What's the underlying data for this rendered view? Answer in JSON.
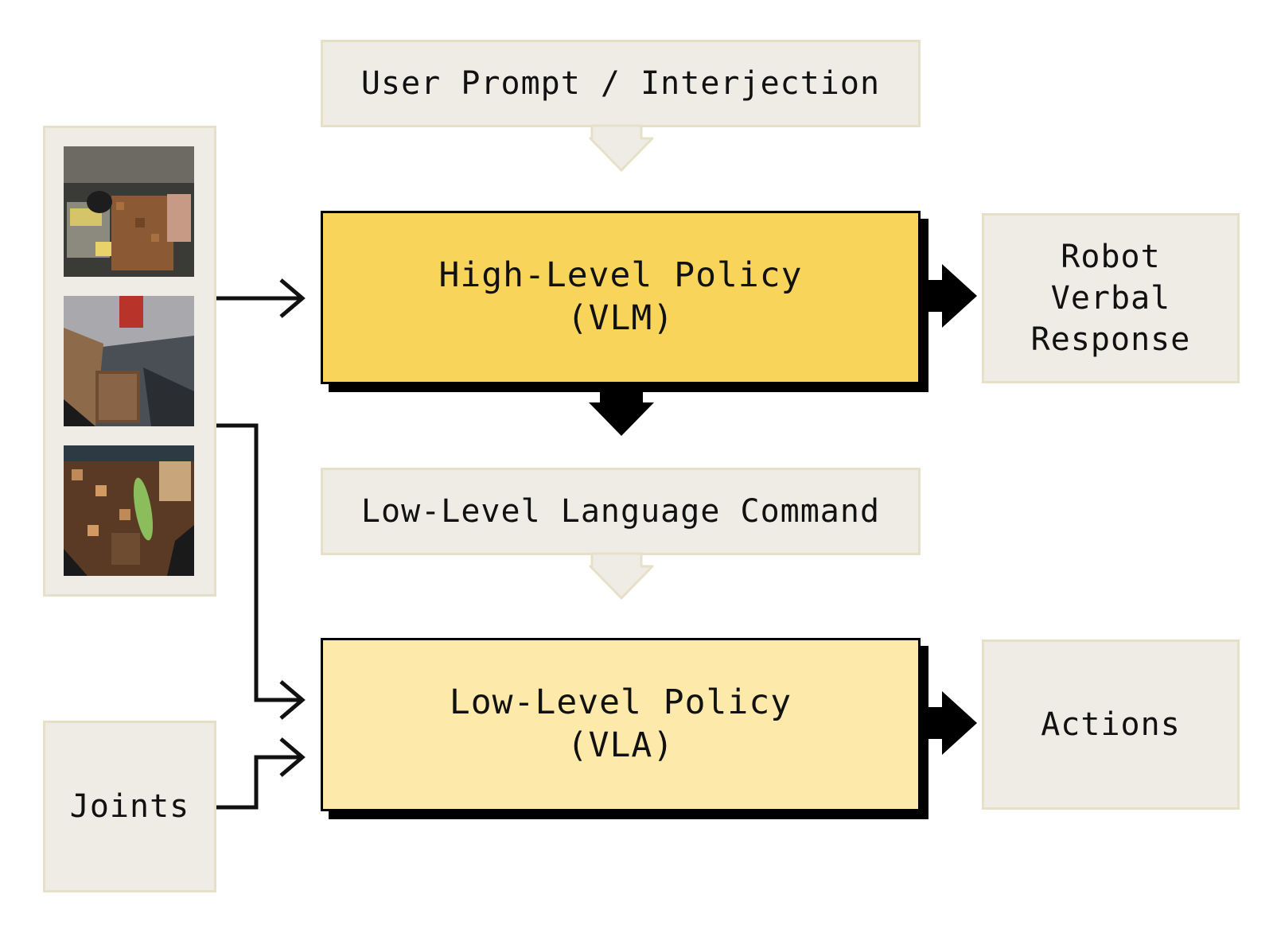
{
  "user_prompt": {
    "label": "User Prompt / Interjection"
  },
  "high_level_policy": {
    "line1": "High-Level Policy",
    "line2": "(VLM)",
    "color": "#f9d45b"
  },
  "robot_response": {
    "label": "Robot\nVerbal\nResponse"
  },
  "low_level_command": {
    "label": "Low-Level Language Command"
  },
  "low_level_policy": {
    "line1": "Low-Level Policy",
    "line2": "(VLA)",
    "color": "#fde9aa"
  },
  "actions": {
    "label": "Actions"
  },
  "joints": {
    "label": "Joints"
  },
  "camera_images": [
    {
      "name": "overhead-camera-image"
    },
    {
      "name": "left-wrist-camera-image"
    },
    {
      "name": "right-wrist-camera-image"
    }
  ],
  "colors": {
    "neutral_box": "#efece6",
    "neutral_border": "#e6e0c8",
    "arrow": "#000000"
  }
}
